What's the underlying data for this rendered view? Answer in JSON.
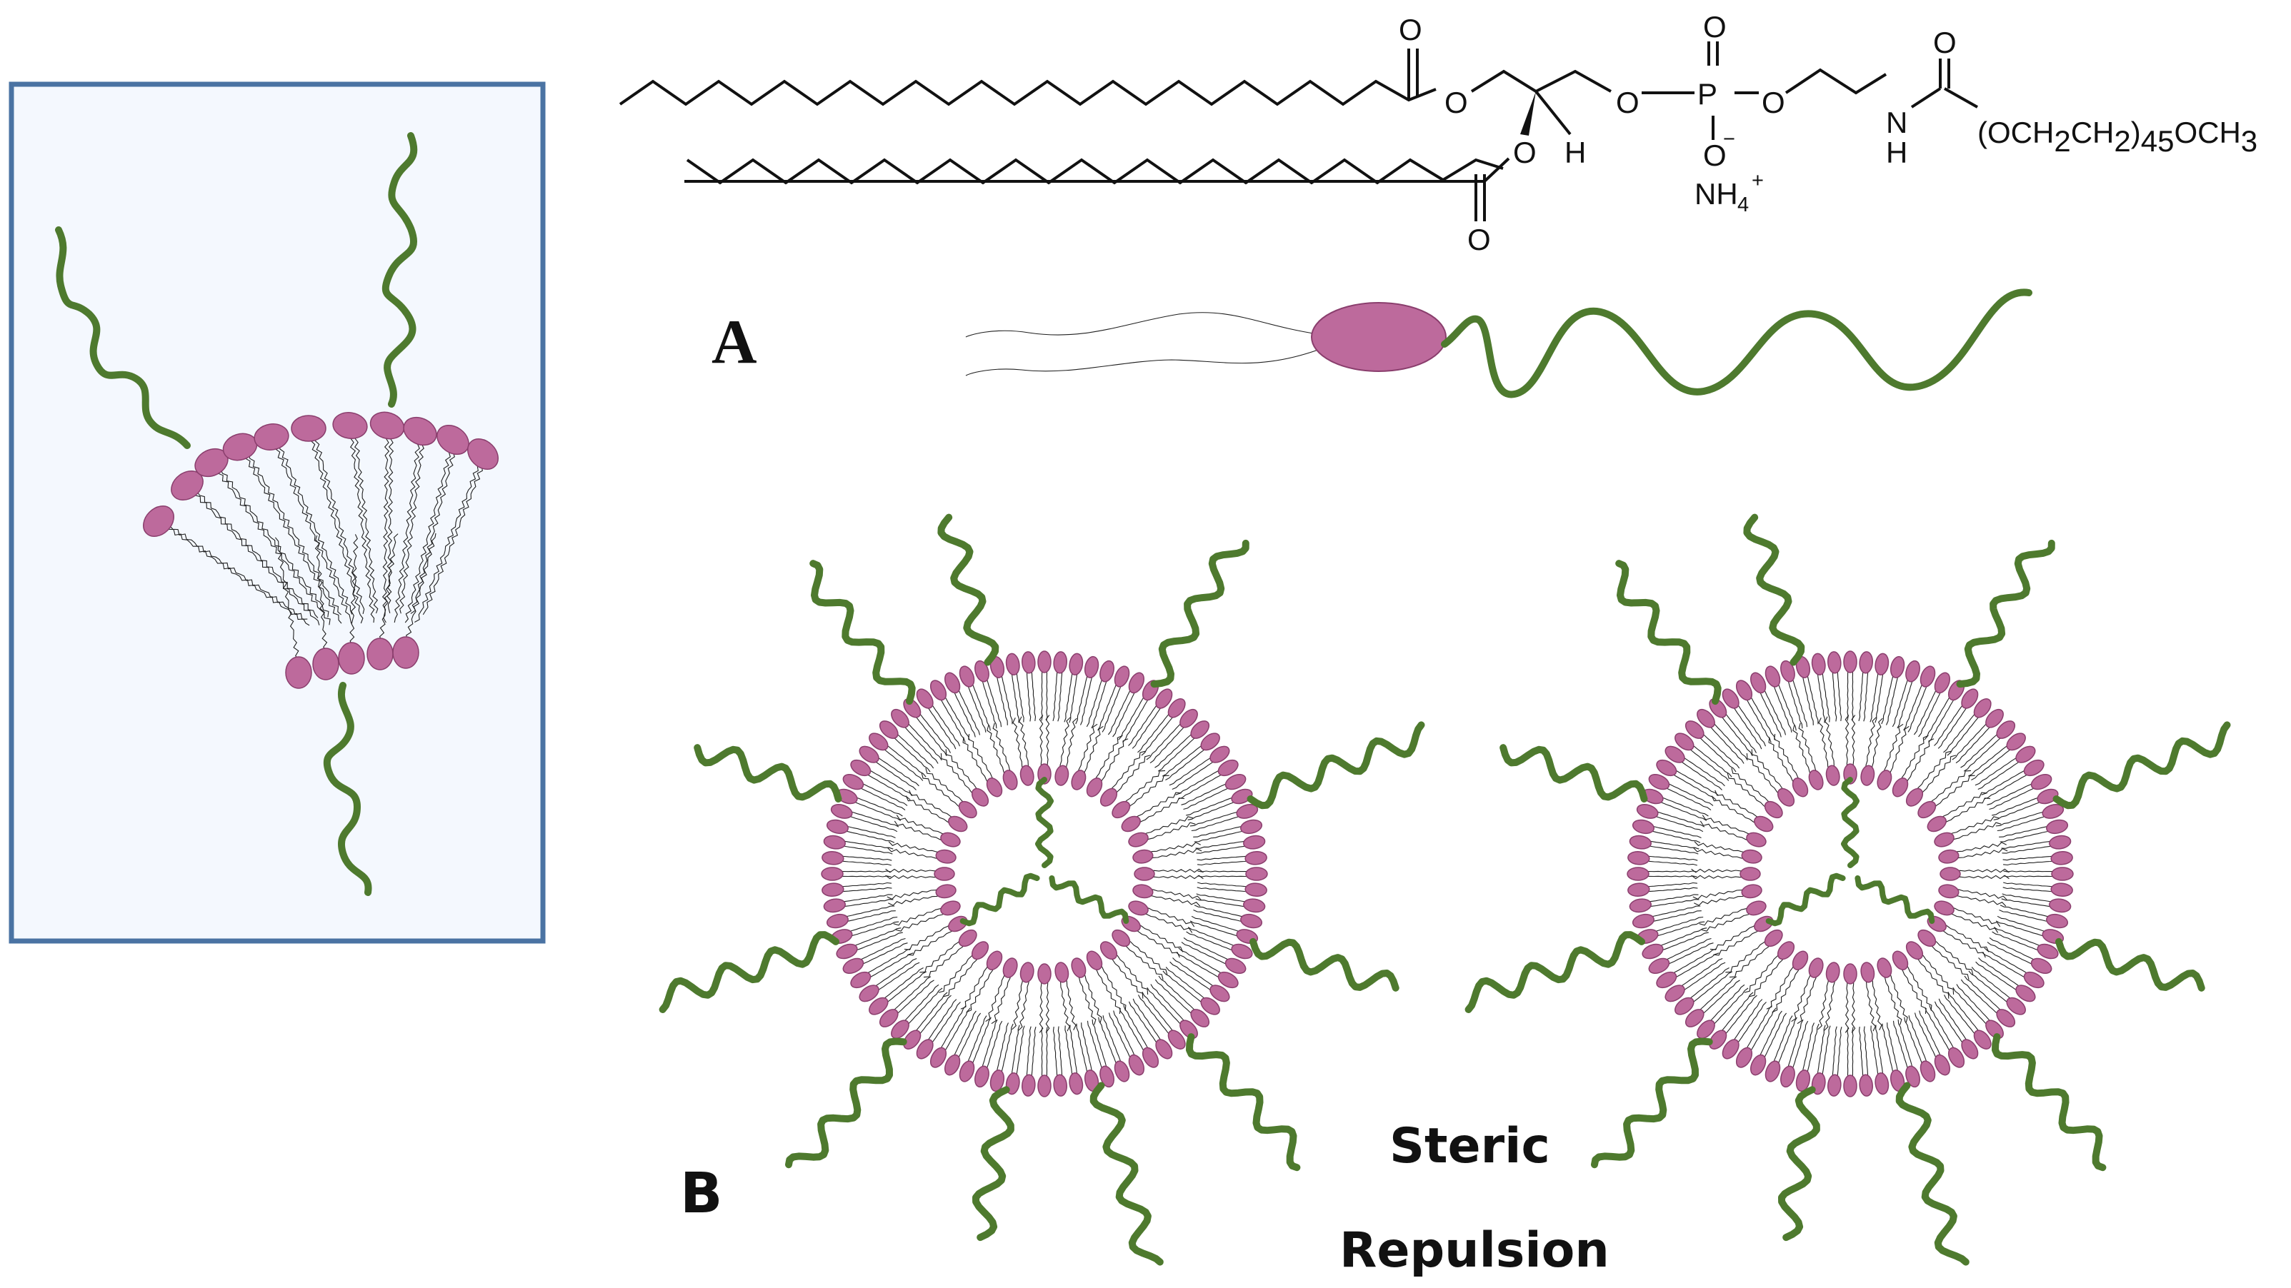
{
  "figure": {
    "panel_a_label": "A",
    "panel_b_label": "B",
    "steric_line1": "Steric",
    "steric_line2": "Repulsion"
  },
  "chemistry": {
    "carbonyl_o": "O",
    "ester_o": "O",
    "h": "H",
    "phosphate_o": "O",
    "phosphorus": "P",
    "o_minus": "O",
    "minus": "−",
    "ammonium": "NH",
    "ammonium_sub": "4",
    "plus": "+",
    "ethyl_o": "O",
    "n": "N",
    "nh_h": "H",
    "peg_prefix": "(OCH",
    "sub2a": "2",
    "peg_mid": "CH",
    "sub2b": "2",
    "peg_close": ")",
    "repeat_units": "45",
    "peg_end": "OCH",
    "sub3": "3"
  },
  "colors": {
    "head": "#bd6a9c",
    "head_stroke": "#8a3e6d",
    "peg": "#4e7a2e",
    "tail": "#1e1e1e",
    "inset_border": "#4a73a3",
    "inset_fill": "#f4f8fe"
  }
}
